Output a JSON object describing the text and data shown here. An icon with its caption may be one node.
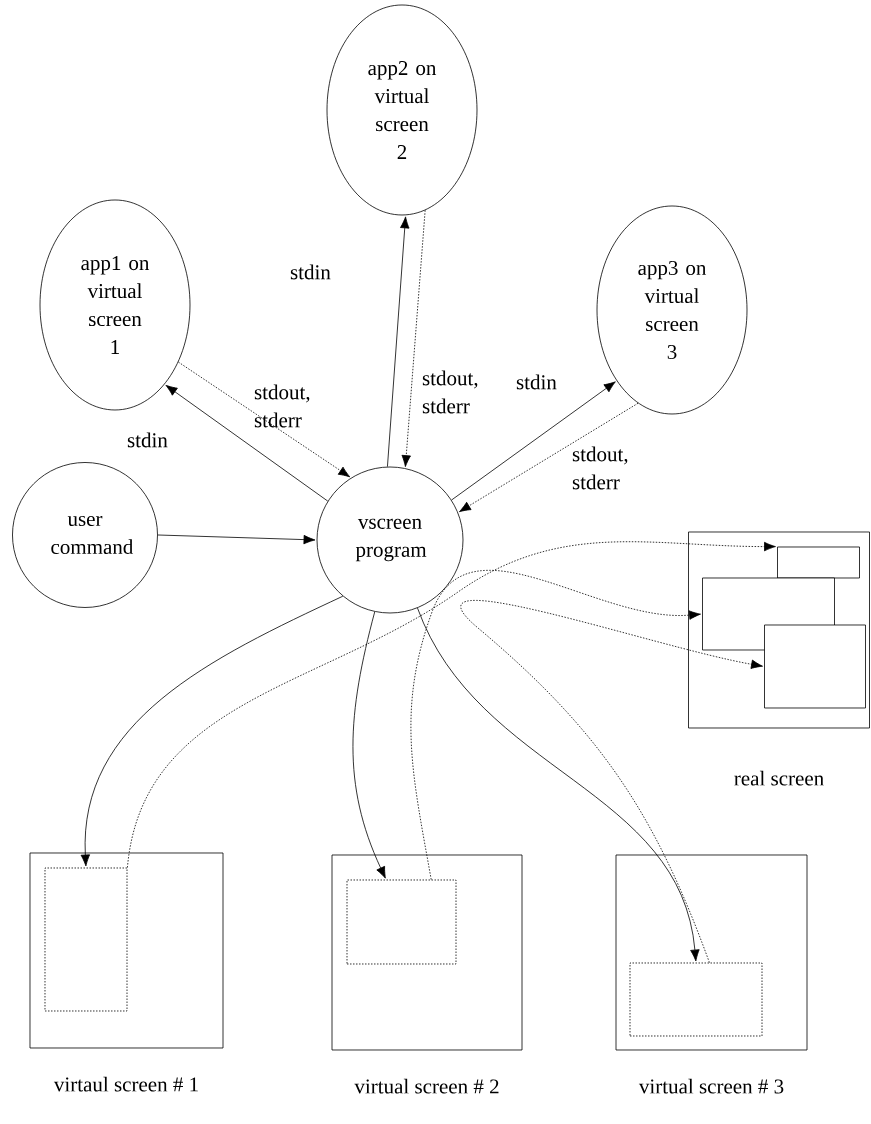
{
  "diagram": {
    "nodes": [
      {
        "text": [
          "app2 on virtual screen 2"
        ]
      },
      {
        "text": [
          "app1 on virtual screen 1"
        ]
      },
      {
        "text": [
          "app3 on virtual screen 3"
        ]
      },
      {
        "text": [
          "user command"
        ]
      },
      {
        "text": [
          "vscreen program"
        ]
      },
      {
        "text": [],
        "shape": "box",
        "beside": [
          "real  screen"
        ]
      },
      {
        "text": [],
        "shape": "box",
        "in": 5
      },
      {
        "text": [],
        "shape": "box",
        "in": 5
      },
      {
        "text": [],
        "shape": "box",
        "in": 5
      },
      {
        "text": [],
        "shape": "box",
        "beside": [
          "virtaul  screen # 1"
        ]
      },
      {
        "text": [],
        "shape": "box",
        "in": 9
      },
      {
        "text": [],
        "shape": "box",
        "beside": [
          "virtual  screen  # 2"
        ]
      },
      {
        "text": [],
        "shape": "box",
        "in": 11
      },
      {
        "text": [],
        "shape": "box",
        "beside": [
          "virtual  screen # 3"
        ]
      },
      {
        "text": [],
        "shape": "box",
        "in": 13
      }
    ],
    "edges": [
      {
        "from": 4,
        "to": 0,
        "arrow": "to",
        "label": "stdin"
      },
      {
        "from": 0,
        "to": 4,
        "arrow": "to",
        "label": "stdout, stderr",
        "style": "dashed"
      },
      {
        "from": 4,
        "to": 1,
        "arrow": "to",
        "label": "stdin"
      },
      {
        "from": 1,
        "to": 4,
        "arrow": "to",
        "label": "stdout, stderr",
        "style": "dashed"
      },
      {
        "from": 4,
        "to": 2,
        "arrow": "to",
        "label": "stdin"
      },
      {
        "from": 2,
        "to": 4,
        "arrow": "to",
        "label": "stdout, stderr",
        "style": "dashed"
      },
      {
        "from": 3,
        "to": 4,
        "arrow": "to"
      },
      {
        "from": 4,
        "to": 10,
        "arrow": "to"
      },
      {
        "from": 4,
        "to": 12,
        "arrow": "to"
      },
      {
        "from": 4,
        "to": 14,
        "arrow": "to"
      },
      {
        "from": 10,
        "to": 6,
        "arrow": "to",
        "style": "dashed"
      },
      {
        "from": 12,
        "to": 7,
        "arrow": "to",
        "style": "dashed"
      },
      {
        "from": 14,
        "to": 8,
        "arrow": "to",
        "style": "dashed"
      }
    ]
  }
}
